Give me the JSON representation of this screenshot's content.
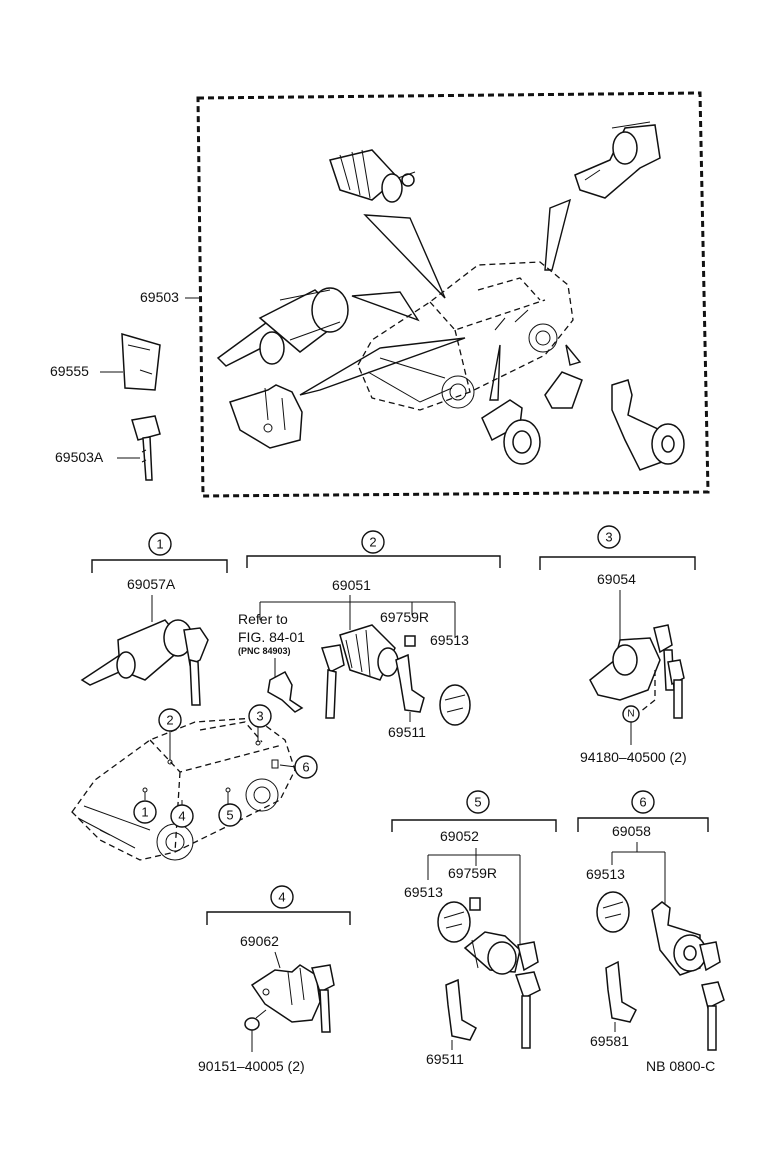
{
  "kit": {
    "part_no": "69503",
    "key_plate": "69555",
    "key": "69503A"
  },
  "groups": [
    {
      "number": "1",
      "assembly": "69057A"
    },
    {
      "number": "2",
      "assembly": "69051",
      "refer_line1": "Refer to",
      "refer_line2": "FIG. 84-01",
      "refer_line3": "(PNC 84903)",
      "parts": [
        "69759R",
        "69513",
        "69511"
      ]
    },
    {
      "number": "3",
      "assembly": "69054",
      "note_letter": "N",
      "fastener": "94180–40500 (2)"
    },
    {
      "number": "4",
      "assembly": "69062",
      "fastener": "90151–40005 (2)"
    },
    {
      "number": "5",
      "assembly": "69052",
      "parts": [
        "69513",
        "69759R",
        "69511"
      ]
    },
    {
      "number": "6",
      "assembly": "69058",
      "parts": [
        "69513",
        "69581"
      ]
    }
  ],
  "car_callouts": [
    "1",
    "2",
    "3",
    "4",
    "5",
    "6"
  ],
  "footer_code": "NB 0800-C",
  "icons": [
    "ignition-lock-cylinder-icon",
    "door-lock-cylinder-icon",
    "key-icon",
    "retainer-clip-icon",
    "lock-cap-icon",
    "car-outline-icon"
  ]
}
